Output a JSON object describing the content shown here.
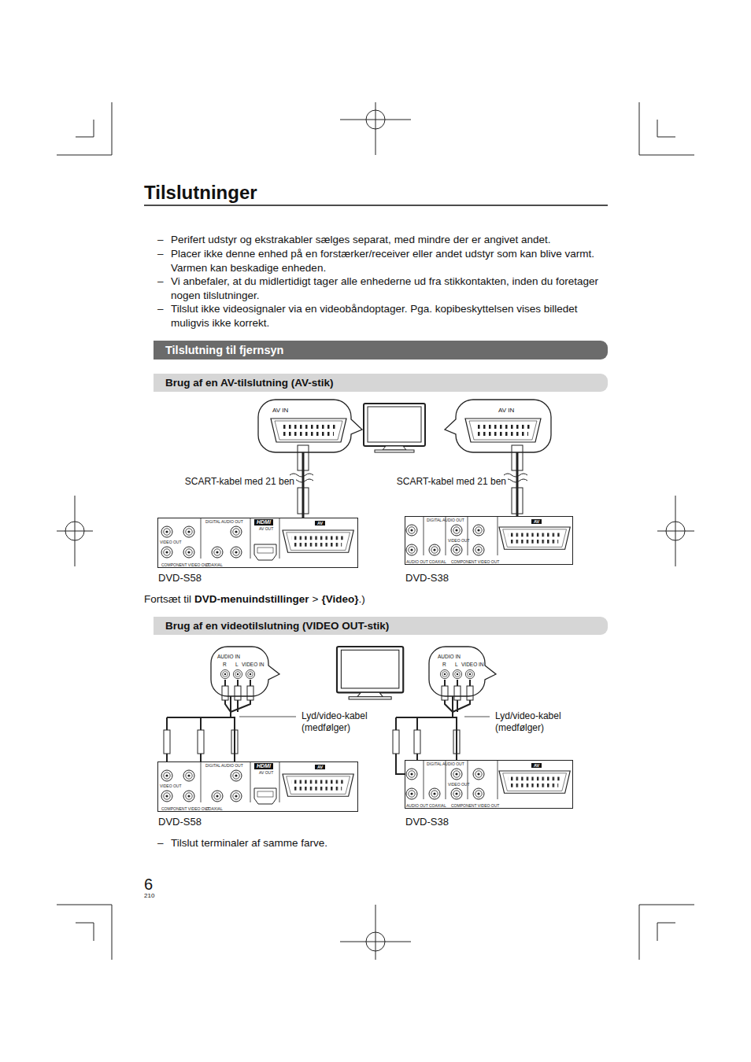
{
  "diagram": {
    "title": "Tilslutninger",
    "nodes": [
      {
        "text": [
          "Tilslutning til fjernsyn"
        ]
      },
      {
        "text": [
          "Brug af en AV-tilslutning (AV-stik)"
        ]
      },
      {
        "text": [
          "AV IN"
        ]
      },
      {
        "text": [
          "AV IN"
        ]
      },
      {
        "text": [
          "DVD-S58",
          "DIGITAL AUDIO OUT",
          "HDMI",
          "AV OUT",
          "AV",
          "COAXIAL",
          "VIDEO OUT",
          "COMPONENT VIDEO OUT"
        ]
      },
      {
        "text": [
          "DVD-S38",
          "DIGITAL AUDIO OUT",
          "VIDEO OUT",
          "AV",
          "AUDIO OUT",
          "COAXIAL",
          "COMPONENT VIDEO OUT"
        ]
      },
      {
        "text": [
          "Brug af en videotilslutning (VIDEO OUT-stik)"
        ]
      },
      {
        "text": [
          "AUDIO IN",
          "R",
          "L",
          "VIDEO IN"
        ]
      },
      {
        "text": [
          "AUDIO IN",
          "R",
          "L",
          "VIDEO IN"
        ]
      },
      {
        "text": [
          "DVD-S58",
          "DIGITAL AUDIO OUT",
          "HDMI",
          "AV OUT",
          "AV",
          "COAXIAL",
          "VIDEO OUT",
          "COMPONENT VIDEO OUT"
        ]
      },
      {
        "text": [
          "DVD-S38",
          "DIGITAL AUDIO OUT",
          "VIDEO OUT",
          "AV",
          "AUDIO OUT",
          "COAXIAL",
          "COMPONENT VIDEO OUT"
        ]
      }
    ],
    "edges": [
      {
        "from": 4,
        "to": 2,
        "arrow": "none",
        "label": "SCART-kabel med 21 ben"
      },
      {
        "from": 5,
        "to": 3,
        "arrow": "none",
        "label": "SCART-kabel med 21 ben"
      },
      {
        "from": 9,
        "to": 7,
        "arrow": "none",
        "label": "Lyd/video-kabel (medfølger)"
      },
      {
        "from": 10,
        "to": 8,
        "arrow": "none",
        "label": "Lyd/video-kabel (medfølger)"
      }
    ],
    "labels": [
      "–",
      "Perifert udstyr og ekstrakabler sælges separat, med mindre der er angivet andet.",
      "–",
      "Placer ikke denne enhed på en forstærker/receiver eller andet udstyr som kan blive varmt. Varmen kan beskadige enheden.",
      "–",
      "Vi anbefaler, at du midlertidigt tager alle enhederne ud fra stikkontakten, inden du foretager nogen tilslutninger.",
      "–",
      "Tilslut ikke videosignaler via en videobåndoptager. Pga. kopibeskyttelsen vises billedet muligvis ikke korrekt.",
      "Fortsæt til",
      "DVD-menuindstillinger",
      ">",
      "{Video}",
      ".)",
      "–",
      "Tilslut terminaler af samme farve.",
      "6",
      "210"
    ]
  }
}
